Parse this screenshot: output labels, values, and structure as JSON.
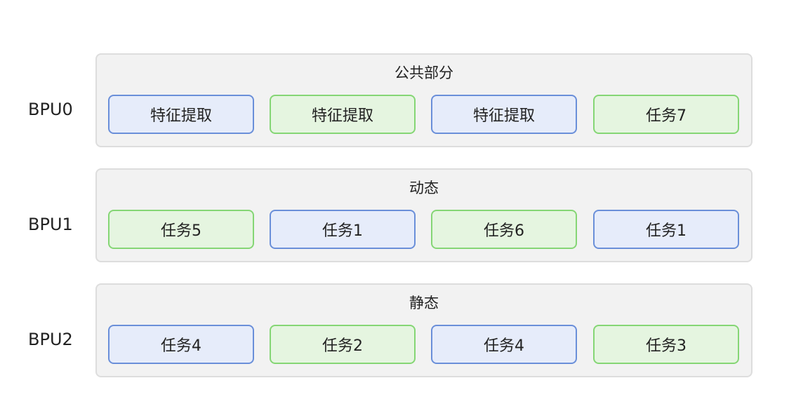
{
  "rows": [
    {
      "label": "BPU0",
      "title": "公共部分",
      "tasks": [
        {
          "text": "特征提取",
          "color": "blue"
        },
        {
          "text": "特征提取",
          "color": "green"
        },
        {
          "text": "特征提取",
          "color": "blue"
        },
        {
          "text": "任务7",
          "color": "green"
        }
      ]
    },
    {
      "label": "BPU1",
      "title": "动态",
      "tasks": [
        {
          "text": "任务5",
          "color": "green"
        },
        {
          "text": "任务1",
          "color": "blue"
        },
        {
          "text": "任务6",
          "color": "green"
        },
        {
          "text": "任务1",
          "color": "blue"
        }
      ]
    },
    {
      "label": "BPU2",
      "title": "静态",
      "tasks": [
        {
          "text": "任务4",
          "color": "blue"
        },
        {
          "text": "任务2",
          "color": "green"
        },
        {
          "text": "任务4",
          "color": "blue"
        },
        {
          "text": "任务3",
          "color": "green"
        }
      ]
    }
  ],
  "colors": {
    "blue_fill": "#e6ecfa",
    "blue_border": "#6a8fd9",
    "green_fill": "#e5f5e0",
    "green_border": "#85d675",
    "group_fill": "#f2f2f2",
    "group_border": "#dddddd"
  }
}
